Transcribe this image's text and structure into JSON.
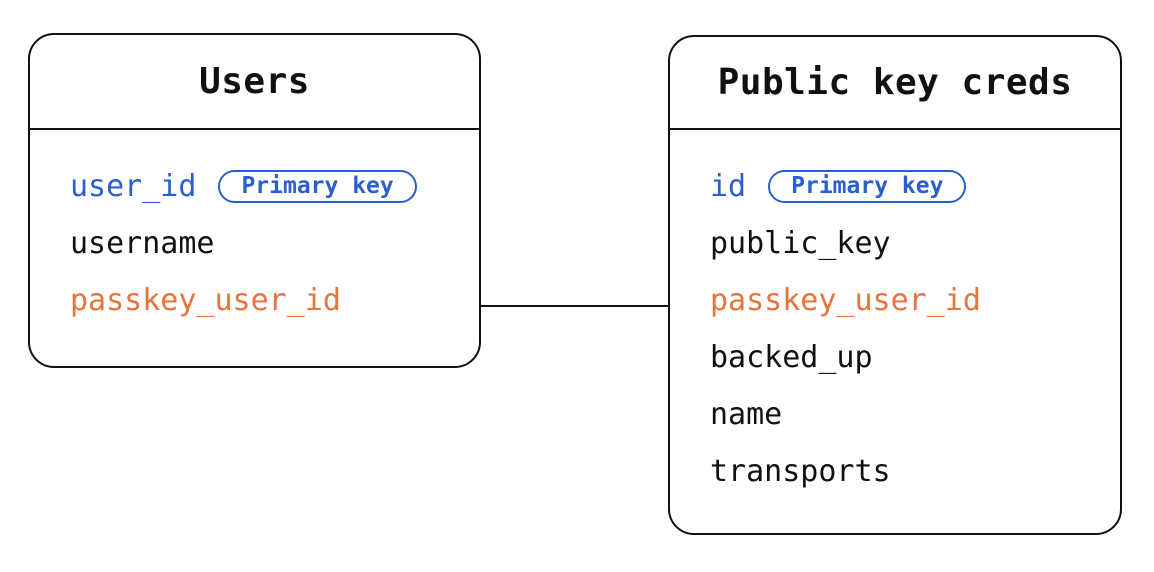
{
  "diagram": {
    "tables": [
      {
        "name": "Users",
        "fields": [
          {
            "label": "user_id",
            "color": "blue",
            "badge": "Primary key"
          },
          {
            "label": "username",
            "color": "black"
          },
          {
            "label": "passkey_user_id",
            "color": "orange"
          }
        ]
      },
      {
        "name": "Public key creds",
        "fields": [
          {
            "label": "id",
            "color": "blue",
            "badge": "Primary key"
          },
          {
            "label": "public_key",
            "color": "black"
          },
          {
            "label": "passkey_user_id",
            "color": "orange"
          },
          {
            "label": "backed_up",
            "color": "black"
          },
          {
            "label": "name",
            "color": "black"
          },
          {
            "label": "transports",
            "color": "black"
          }
        ]
      }
    ],
    "relationship": {
      "from": "Users.passkey_user_id",
      "to": "Public key creds.passkey_user_id",
      "style": "plain-line"
    },
    "colors": {
      "primary_key_blue": "#2b5fce",
      "foreign_key_orange": "#e8743b",
      "line_black": "#111111",
      "background": "#ffffff"
    }
  }
}
